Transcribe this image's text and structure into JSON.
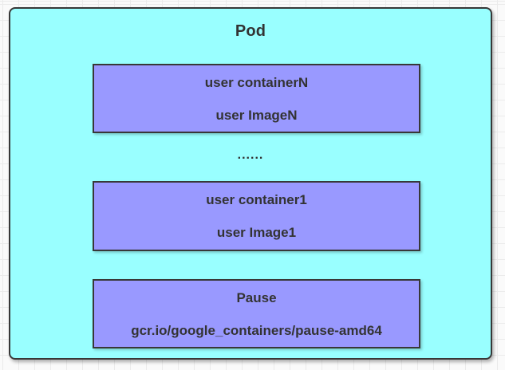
{
  "diagram": {
    "pod": {
      "title": "Pod"
    },
    "ellipsis": "......",
    "containers": [
      {
        "name": "user containerN",
        "image": "user ImageN"
      },
      {
        "name": "user container1",
        "image": "user Image1"
      },
      {
        "name": "Pause",
        "image": "gcr.io/google_containers/pause-amd64"
      }
    ],
    "colors": {
      "pod_fill": "#99FFFF",
      "container_fill": "#9999FF",
      "border": "#383838",
      "text": "#333333",
      "grid_line": "#EBEBEB",
      "canvas": "#FAFAFA"
    }
  }
}
